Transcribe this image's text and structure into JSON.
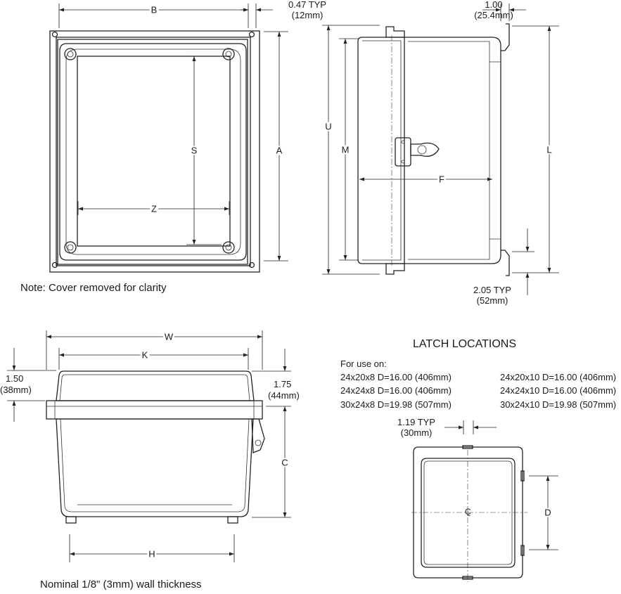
{
  "dims": {
    "B": "B",
    "A": "A",
    "S": "S",
    "Z": "Z",
    "U": "U",
    "M": "M",
    "F": "F",
    "L": "L",
    "W": "W",
    "K": "K",
    "C": "C",
    "H": "H",
    "D": "D",
    "typ_047": "0.47 TYP",
    "typ_047_mm": "(12mm)",
    "d_100": "1.00",
    "d_100_mm": "(25.4mm)",
    "typ_205": "2.05 TYP",
    "typ_205_mm": "(52mm)",
    "d_150": "1.50",
    "d_150_mm": "(38mm)",
    "d_175": "1.75",
    "d_175_mm": "(44mm)",
    "typ_119": "1.19 TYP",
    "typ_119_mm": "(30mm)",
    "center_mark": "C",
    "center_sub": "L"
  },
  "notes": {
    "cover": "Note: Cover removed for clarity",
    "wall": "Nominal 1/8\" (3mm) wall thickness"
  },
  "latch": {
    "title": "LATCH LOCATIONS",
    "intro": "For use on:",
    "col1": [
      "24x20x8 D=16.00 (406mm)",
      "24x24x8 D=16.00 (406mm)",
      "30x24x8 D=19.98 (507mm)"
    ],
    "col2": [
      "24x20x10 D=16.00 (406mm)",
      "24x24x10 D=16.00 (406mm)",
      "30x24x10 D=19.98 (507mm)"
    ]
  }
}
